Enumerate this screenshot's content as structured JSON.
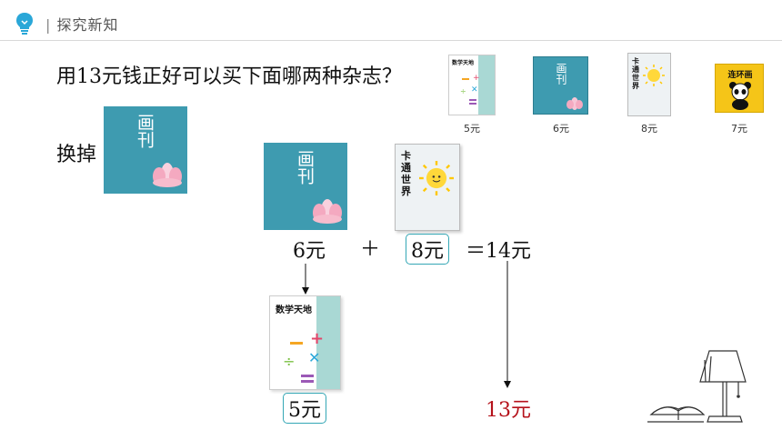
{
  "header": {
    "title": "探究新知",
    "icon": "lightbulb-icon",
    "accent": "#2aa7d8"
  },
  "question": "用13元钱正好可以买下面哪两种杂志？",
  "swap_label": "换掉",
  "magazines": [
    {
      "title": "数学天地",
      "price": "5元",
      "cover_color": "#e8f4f1"
    },
    {
      "title": "画刊",
      "price": "6元",
      "cover_color": "#3e9bb0"
    },
    {
      "title": "卡通世界",
      "price": "8元",
      "cover_color": "#eef2f4"
    },
    {
      "title": "连环画",
      "price": "7元",
      "cover_color": "#f5c518"
    }
  ],
  "equation": {
    "first_price": "6元",
    "plus": "＋",
    "second_price": "8元",
    "result": "＝14元",
    "replacement_price": "5元",
    "new_total": "13元"
  },
  "colors": {
    "teal": "#3e9bb0",
    "box_border": "#34a7b5",
    "red": "#b5121b"
  }
}
